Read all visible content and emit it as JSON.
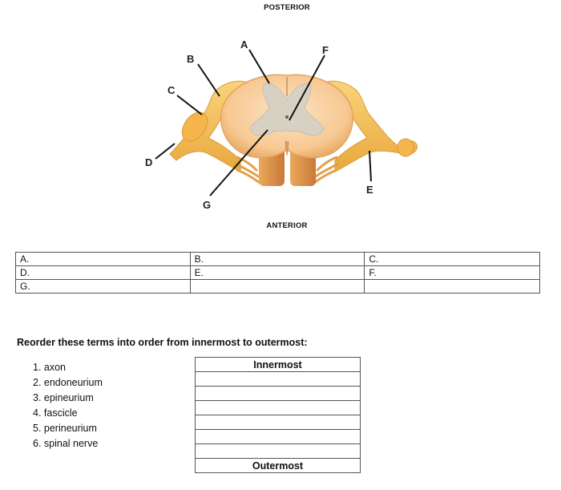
{
  "diagram": {
    "top_label": "POSTERIOR",
    "bottom_label": "ANTERIOR",
    "labels": [
      "A",
      "B",
      "C",
      "D",
      "E",
      "F",
      "G"
    ]
  },
  "answer_table": {
    "rows": [
      [
        "A.",
        "B.",
        "C."
      ],
      [
        "D.",
        "E.",
        "F."
      ],
      [
        "G.",
        "",
        ""
      ]
    ]
  },
  "exercise": {
    "instruction": "Reorder these terms into order from innermost to outermost:",
    "terms": [
      "1. axon",
      "2. endoneurium",
      "3. epineurium",
      "4. fascicle",
      "5. perineurium",
      "6. spinal nerve"
    ],
    "order_table": {
      "header": "Innermost",
      "footer": "Outermost",
      "blank_rows": 6
    }
  }
}
